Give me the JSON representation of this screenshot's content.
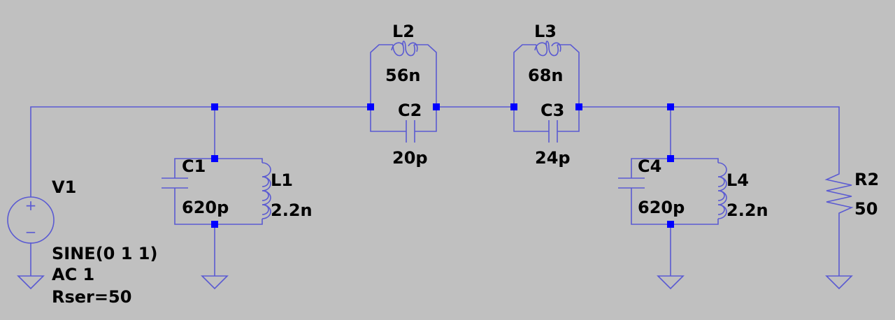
{
  "components": {
    "V1": {
      "name": "V1",
      "value1": "SINE(0 1 1)",
      "value2": "AC 1",
      "value3": "Rser=50"
    },
    "C1": {
      "name": "C1",
      "value": "620p"
    },
    "L1": {
      "name": "L1",
      "value": "2.2n"
    },
    "L2": {
      "name": "L2",
      "value": "56n"
    },
    "C2": {
      "name": "C2",
      "value": "20p"
    },
    "L3": {
      "name": "L3",
      "value": "68n"
    },
    "C3": {
      "name": "C3",
      "value": "24p"
    },
    "C4": {
      "name": "C4",
      "value": "620p"
    },
    "L4": {
      "name": "L4",
      "value": "2.2n"
    },
    "R2": {
      "name": "R2",
      "value": "50"
    }
  },
  "source_symbols": {
    "plus": "+",
    "minus": "−"
  },
  "colors": {
    "background": "#c0c0c0",
    "wire": "#5a5ad2",
    "junction": "#0000ff",
    "text": "#000000"
  }
}
